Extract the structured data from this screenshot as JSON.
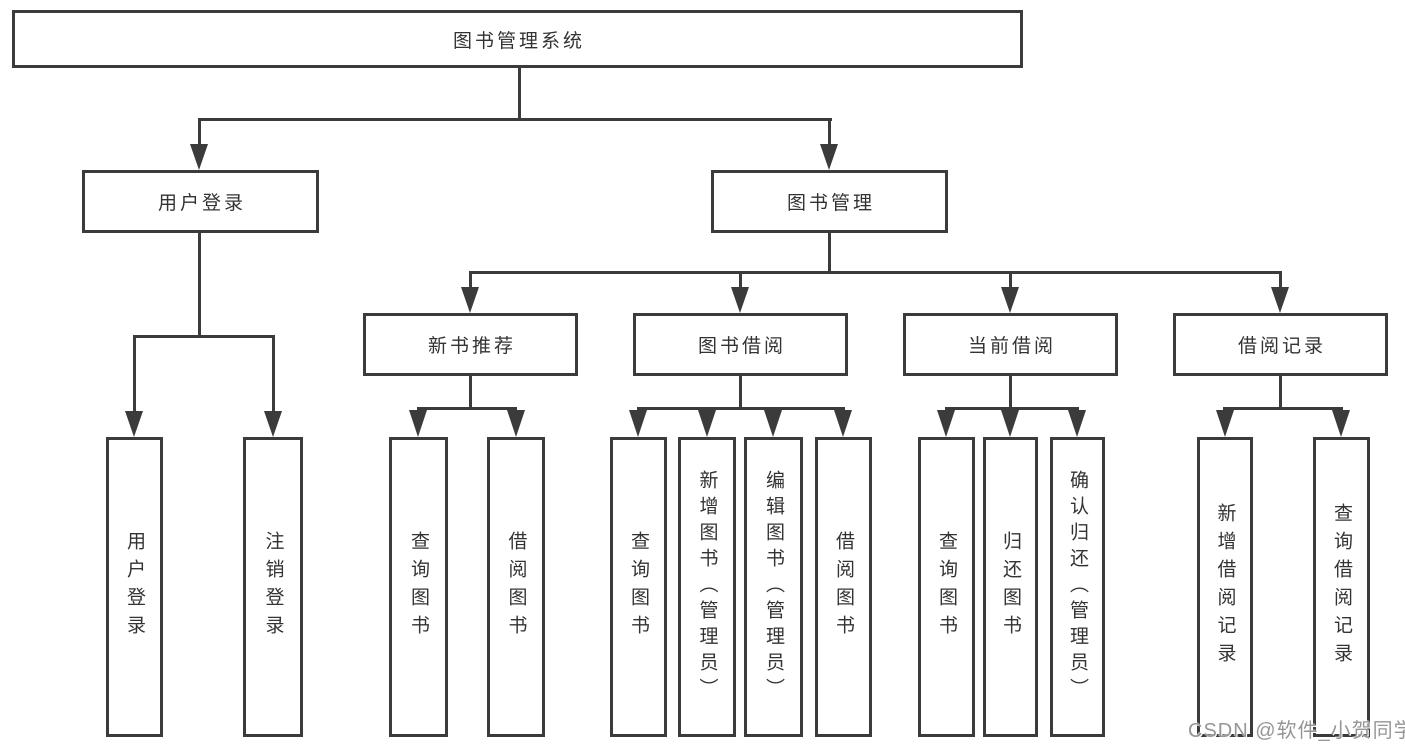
{
  "diagram": {
    "title": "图书管理系统",
    "level2": [
      "用户登录",
      "图书管理"
    ],
    "level3": [
      "新书推荐",
      "图书借阅",
      "当前借阅",
      "借阅记录"
    ],
    "leaves_login": [
      "用户登录",
      "注销登录"
    ],
    "leaves_recommend": [
      "查询图书",
      "借阅图书"
    ],
    "leaves_borrow": [
      "查询图书",
      "新增图书（管理员）",
      "编辑图书（管理员）",
      "借阅图书"
    ],
    "leaves_current": [
      "查询图书",
      "归还图书",
      "确认归还（管理员）"
    ],
    "leaves_records": [
      "新增借阅记录",
      "查询借阅记录"
    ]
  },
  "watermark": "CSDN @软件_小贺同学",
  "colors": {
    "line": "#3b3b3b",
    "text": "#333333",
    "wm": "#969696"
  }
}
